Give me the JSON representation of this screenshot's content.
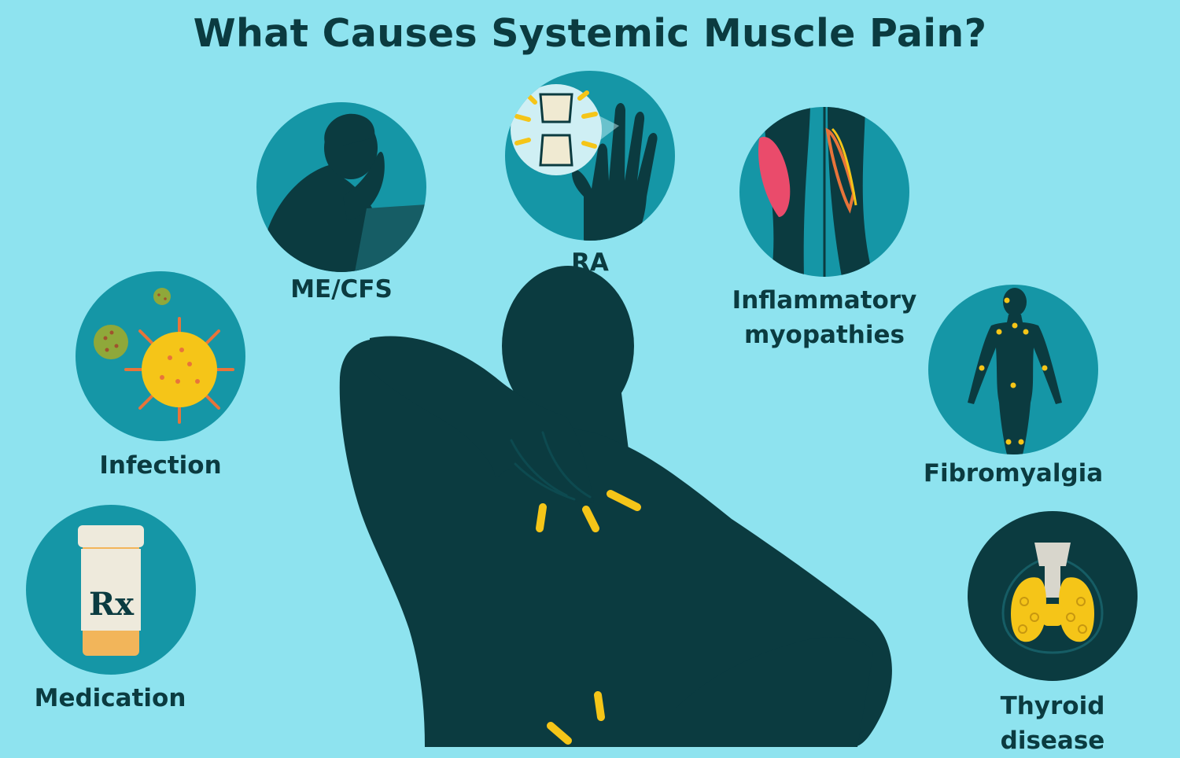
{
  "title": "What Causes Systemic Muscle Pain?",
  "causes": {
    "me_cfs": "ME/CFS",
    "ra": "RA",
    "inflammatory_line1": "Inflammatory",
    "inflammatory_line2": "myopathies",
    "infection": "Infection",
    "fibromyalgia": "Fibromyalgia",
    "medication": "Medication",
    "rx_symbol": "Rx",
    "thyroid_line1": "Thyroid",
    "thyroid_line2": "disease"
  },
  "colors": {
    "background": "#8ee3ef",
    "circle": "#1596a6",
    "silhouette": "#0b3b40",
    "pain_mark": "#f5c518"
  }
}
